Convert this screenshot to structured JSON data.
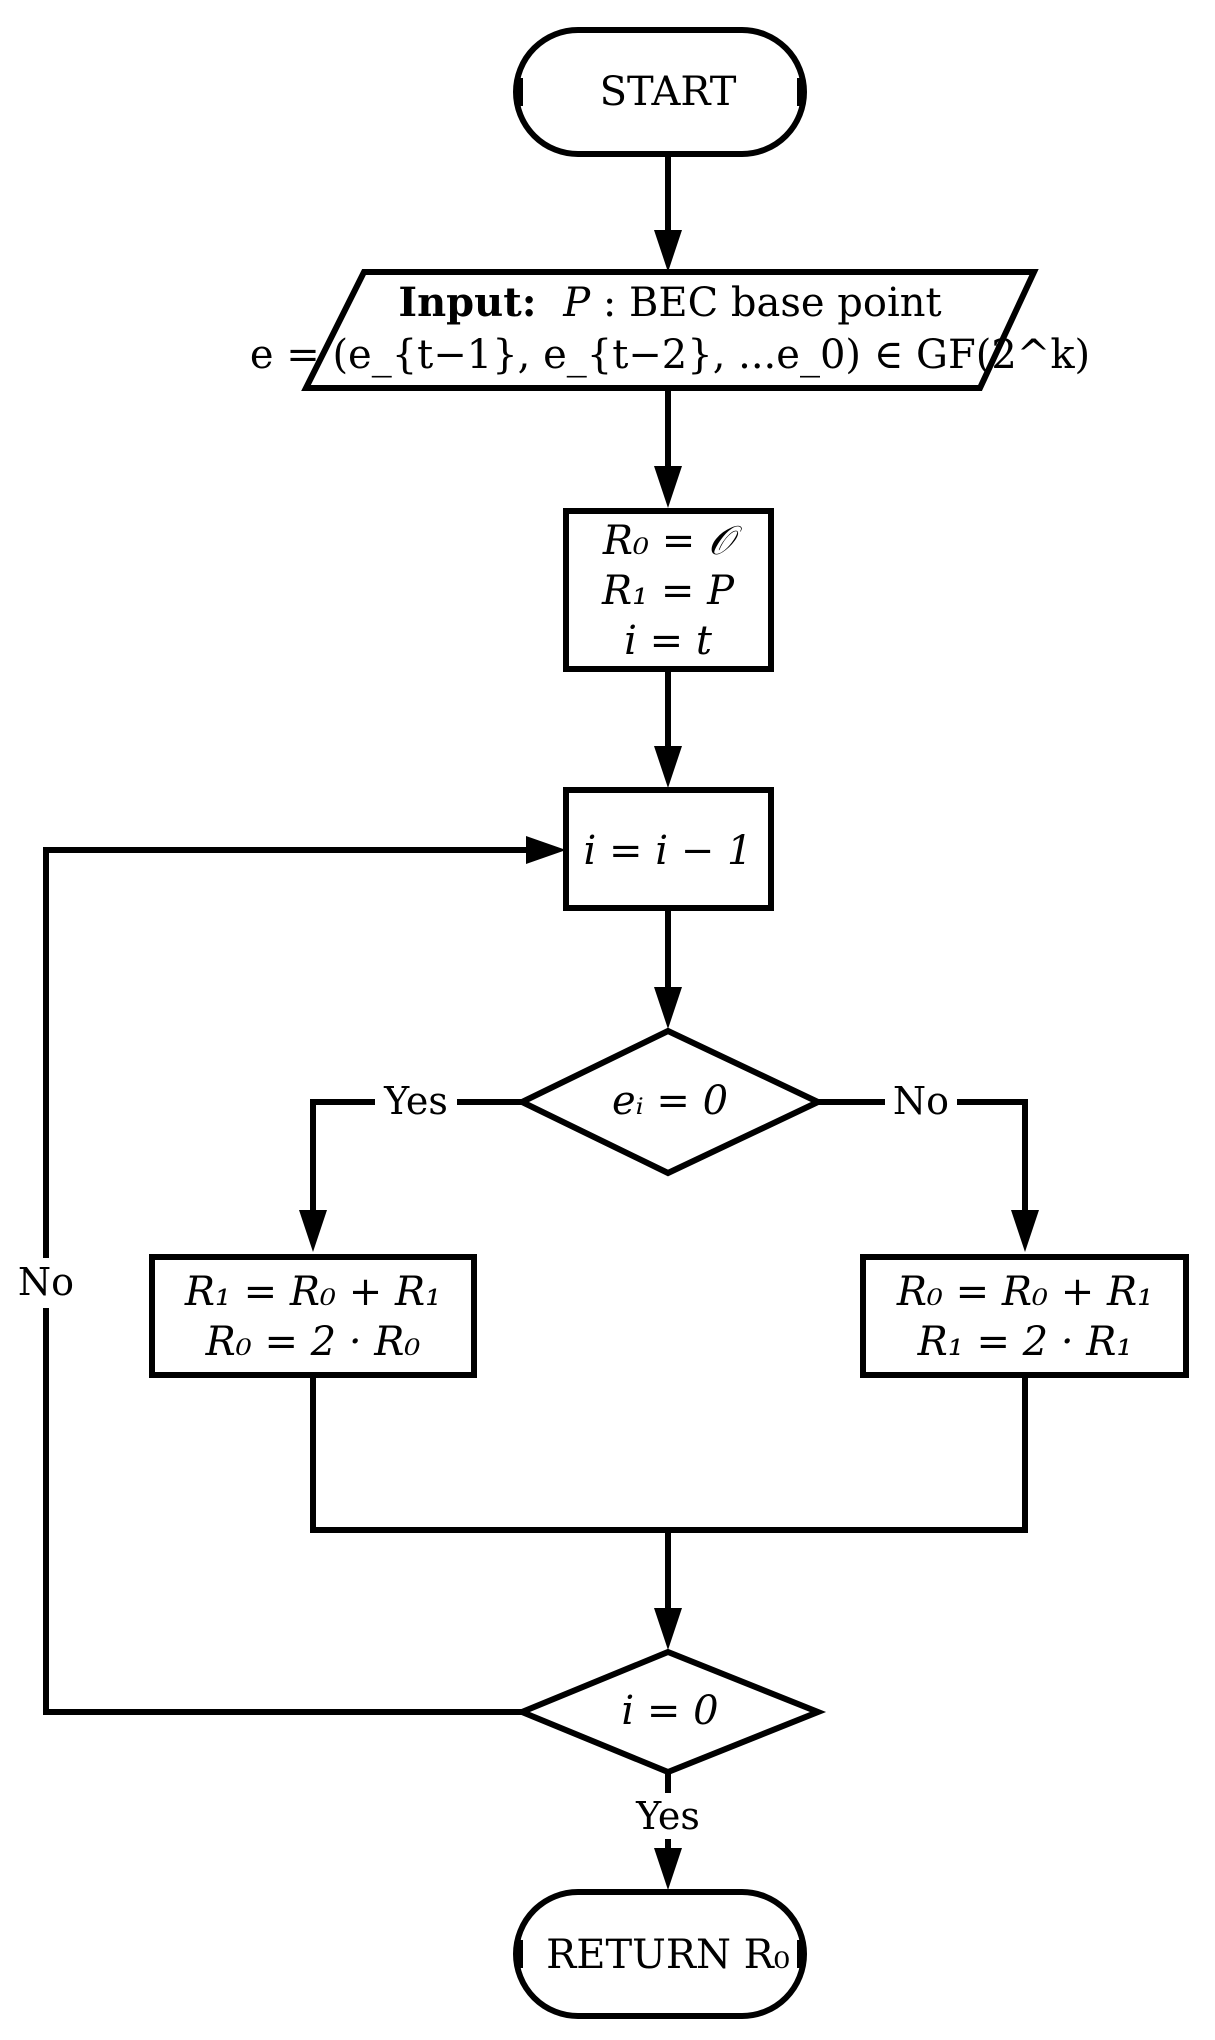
{
  "flowchart": {
    "start": "START",
    "input_bold": "Input:",
    "input_line1_var": "P",
    "input_line1_rest": " : BEC base point",
    "input_line2": "e = (e_{t−1}, e_{t−2}, ...e_0) ∈ GF(2^k)",
    "init_r0": "R₀ = 𝒪",
    "init_r1": "R₁ = P",
    "init_i": "i = t",
    "decrement": "i = i − 1",
    "cond_ei": "eᵢ = 0",
    "yes_label": "Yes",
    "no_label": "No",
    "left_line1": "R₁ = R₀ + R₁",
    "left_line2": "R₀ = 2 · R₀",
    "right_line1": "R₀ = R₀ + R₁",
    "right_line2": "R₁ = 2 · R₁",
    "cond_i0": "i = 0",
    "loop_no_label": "No",
    "exit_yes_label": "Yes",
    "end_text": "RETURN R₀"
  }
}
